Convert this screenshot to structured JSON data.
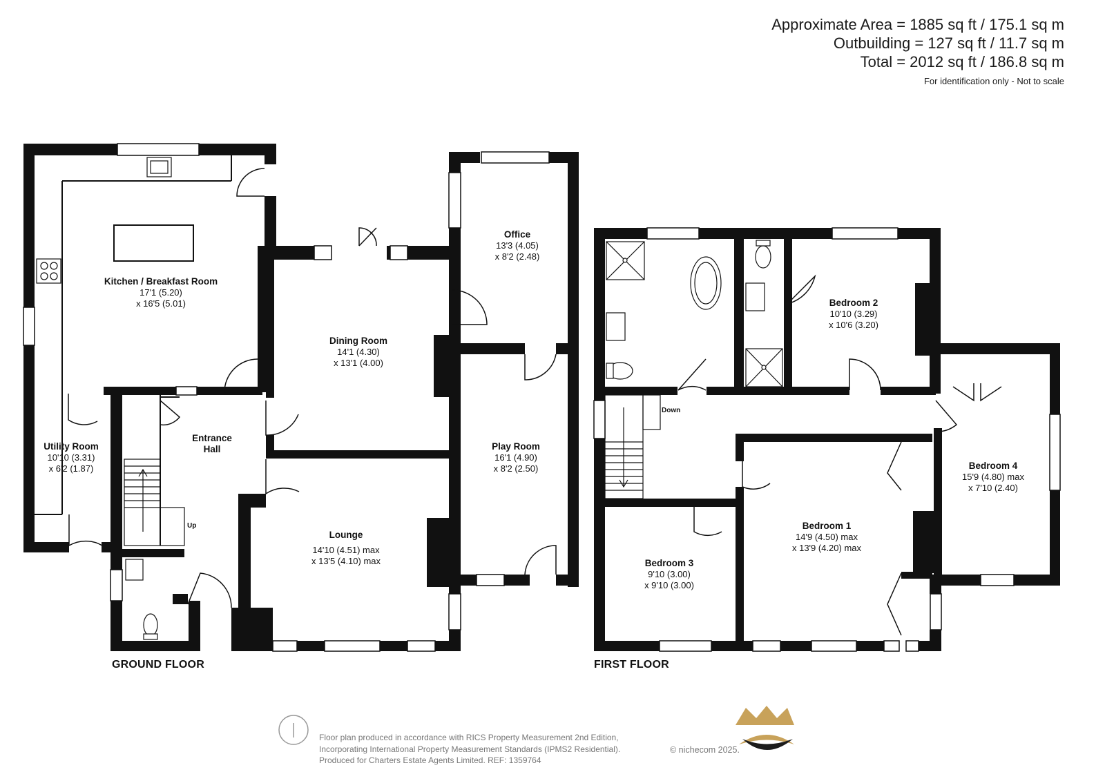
{
  "header": {
    "approx_area": "Approximate Area = 1885 sq ft / 175.1 sq m",
    "outbuilding": "Outbuilding = 127 sq ft / 11.7 sq m",
    "total": "Total = 2012 sq ft / 186.8 sq m",
    "note": "For identification only - Not to scale"
  },
  "floors": {
    "ground": "GROUND FLOOR",
    "first": "FIRST FLOOR"
  },
  "rooms": {
    "kitchen": {
      "name": "Kitchen / Breakfast Room",
      "dim1": "17'1 (5.20)",
      "dim2": "x 16'5 (5.01)"
    },
    "utility": {
      "name": "Utility Room",
      "dim1": "10'10 (3.31)",
      "dim2": "x 6'2 (1.87)"
    },
    "entrance": {
      "name1": "Entrance",
      "name2": "Hall"
    },
    "dining": {
      "name": "Dining Room",
      "dim1": "14'1 (4.30)",
      "dim2": "x 13'1 (4.00)"
    },
    "office": {
      "name": "Office",
      "dim1": "13'3 (4.05)",
      "dim2": "x 8'2 (2.48)"
    },
    "play": {
      "name": "Play Room",
      "dim1": "16'1 (4.90)",
      "dim2": "x 8'2 (2.50)"
    },
    "lounge": {
      "name": "Lounge",
      "dim1": "14'10 (4.51) max",
      "dim2": "x 13'5 (4.10) max"
    },
    "bedroom2": {
      "name": "Bedroom 2",
      "dim1": "10'10 (3.29)",
      "dim2": "x 10'6 (3.20)"
    },
    "bedroom4": {
      "name": "Bedroom 4",
      "dim1": "15'9 (4.80) max",
      "dim2": "x 7'10 (2.40)"
    },
    "bedroom1": {
      "name": "Bedroom 1",
      "dim1": "14'9 (4.50) max",
      "dim2": "x 13'9 (4.20) max"
    },
    "bedroom3": {
      "name": "Bedroom 3",
      "dim1": "9'10 (3.00)",
      "dim2": "x 9'10 (3.00)"
    }
  },
  "stairs": {
    "up": "Up",
    "down": "Down"
  },
  "footer": {
    "line1": "Floor plan produced in accordance with RICS Property Measurement 2nd Edition,",
    "line2": "Incorporating International Property Measurement Standards (IPMS2 Residential).",
    "line3": "Produced for Charters Estate Agents Limited.   REF: 1359764",
    "copyright": "© nichecom 2025."
  },
  "colors": {
    "wall": "#111111",
    "logo_gold": "#c8a25a",
    "logo_dark": "#1c1c1c",
    "footer_text": "#777777"
  }
}
